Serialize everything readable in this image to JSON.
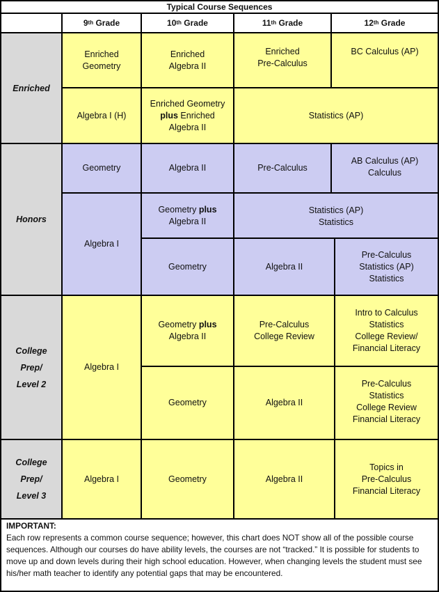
{
  "title": "Typical Course Sequences",
  "grades": [
    {
      "num": "9",
      "suffix": "th",
      "word": "Grade"
    },
    {
      "num": "10",
      "suffix": "th",
      "word": "Grade"
    },
    {
      "num": "11",
      "suffix": "th",
      "word": "Grade"
    },
    {
      "num": "12",
      "suffix": "th",
      "word": "Grade"
    }
  ],
  "levels": {
    "enriched": "Enriched",
    "honors": "Honors",
    "cp2": "College\nPrep/\nLevel 2",
    "cp3": "College\nPrep/\nLevel 3"
  },
  "enriched": {
    "r1": [
      "Enriched\nGeometry",
      "Enriched\nAlgebra II",
      "Enriched\nPre-Calculus",
      "BC Calculus (AP)"
    ],
    "r2_g9": "Algebra I (H)",
    "r2_g10_a": "Enriched Geometry",
    "r2_g10_plus": "plus",
    "r2_g10_b": "Enriched\nAlgebra II",
    "r2_g11_12": "Statistics (AP)"
  },
  "honors": {
    "r1": [
      "Geometry",
      "Algebra II",
      "Pre-Calculus",
      "AB Calculus (AP)\nCalculus"
    ],
    "g9": "Algebra I",
    "r2_g10_a": "Geometry",
    "r2_g10_plus": "plus",
    "r2_g10_b": "Algebra II",
    "r2_g11_12": "Statistics (AP)\nStatistics",
    "r3": [
      "Geometry",
      "Algebra II",
      "Pre-Calculus\nStatistics (AP)\nStatistics"
    ]
  },
  "cp2": {
    "g9": "Algebra I",
    "r1_g10_a": "Geometry",
    "r1_g10_plus": "plus",
    "r1_g10_b": "Algebra II",
    "r1_g11": "Pre-Calculus\nCollege Review",
    "r1_g12": "Intro to Calculus\nStatistics\nCollege Review/\nFinancial Literacy",
    "r2": [
      "Geometry",
      "Algebra II",
      "Pre-Calculus\nStatistics\nCollege Review\nFinancial Literacy"
    ]
  },
  "cp3": [
    "Algebra I",
    "Geometry",
    "Algebra II",
    "Topics in\nPre-Calculus\nFinancial Literacy"
  ],
  "note": {
    "heading": "IMPORTANT:",
    "body": "Each row represents a common course sequence; however, this chart does NOT show all of the possible course sequences. Although our courses do have ability levels, the courses are not “tracked.”  It is possible for students to move up and down levels during their high school education. However, when changing levels the student must see his/her math teacher to identify any potential gaps that may be encountered."
  }
}
